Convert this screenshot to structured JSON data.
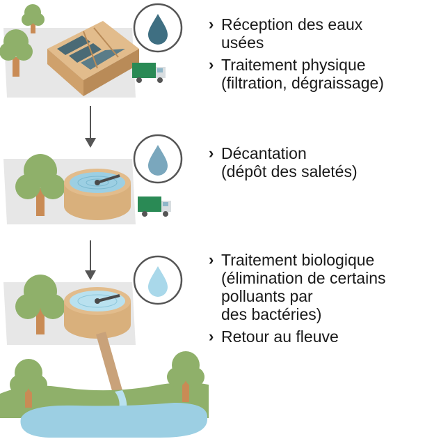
{
  "colors": {
    "drop_dark": "#3f6f82",
    "drop_mid": "#7aa7bd",
    "drop_light": "#a9d8ea",
    "tree": "#8fb06a",
    "trunk": "#c98b55",
    "ground": "#e7e7e7",
    "basin_wood": "#d9b07c",
    "water": "#9ccfe3",
    "truck_cab": "#2a8a55",
    "arrow": "#555555"
  },
  "icons": [
    "water-drop-icon",
    "chevron-right-icon",
    "down-arrow-icon",
    "tree-icon",
    "truck-icon"
  ],
  "steps": [
    {
      "items": [
        "Réception des eaux\nusées",
        "Traitement physique\n(filtration, dégraissage)"
      ]
    },
    {
      "items": [
        "Décantation\n(dépôt des saletés)"
      ]
    },
    {
      "items": [
        "Traitement biologique\n(élimination de certains\npolluants par\ndes bactéries)",
        "Retour au fleuve"
      ]
    }
  ]
}
